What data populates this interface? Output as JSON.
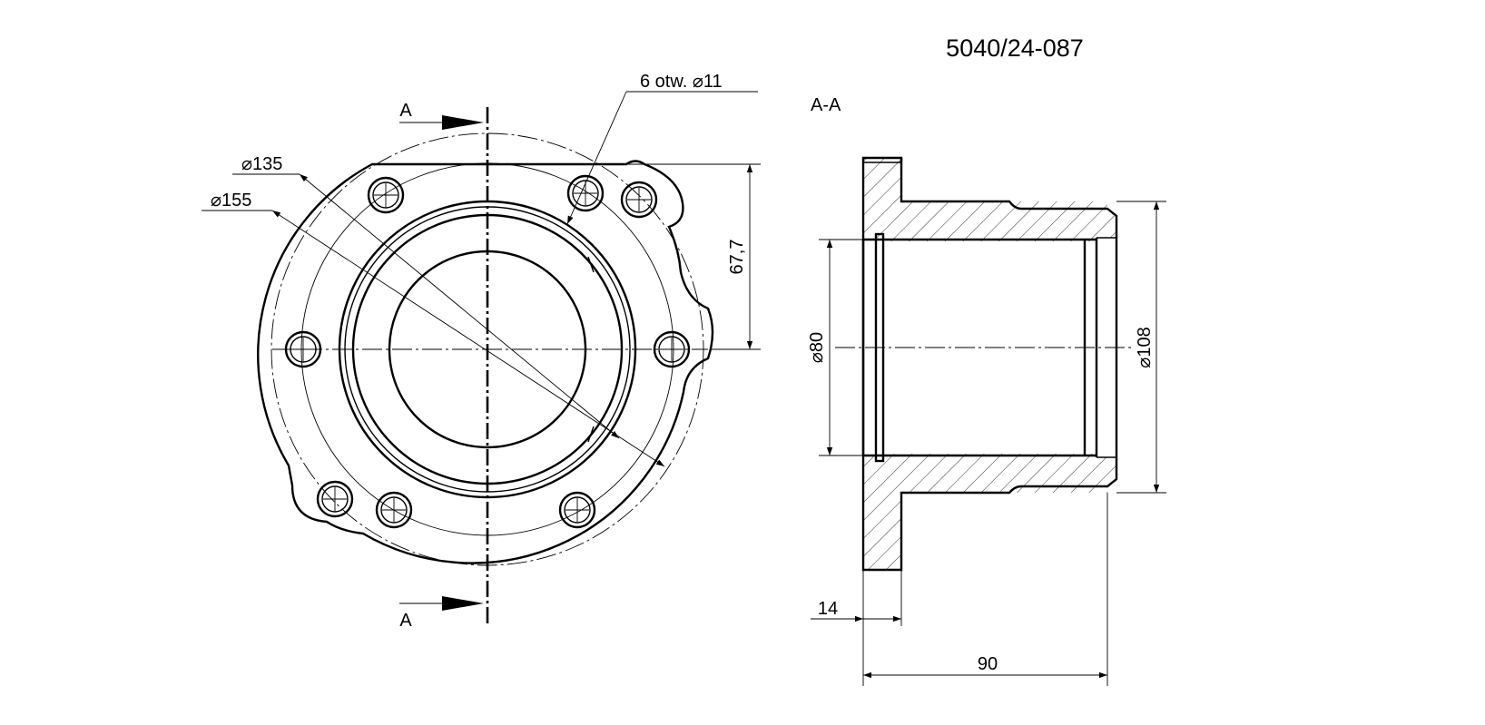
{
  "drawing_number": "5040/24-087",
  "section_title": "A-A",
  "section_marks": {
    "top": "A",
    "bottom": "A"
  },
  "dimensions": {
    "holes": "6 otw.  ⌀11",
    "bolt_circle": "⌀135",
    "outer_circle": "⌀155",
    "height": "67,7",
    "bore": "⌀80",
    "outer_diameter": "⌀108",
    "flange_thickness": "14",
    "length": "90"
  }
}
